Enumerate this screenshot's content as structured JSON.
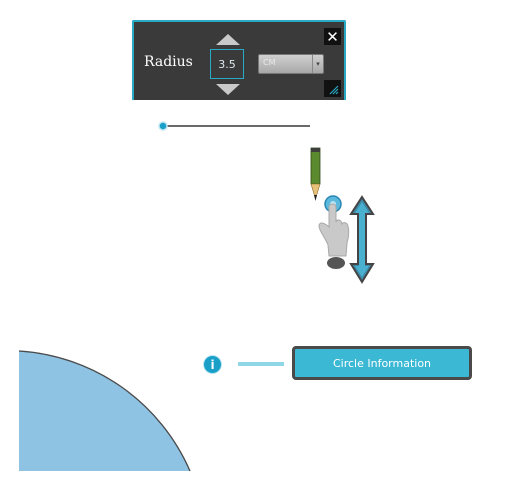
{
  "radius_panel": {
    "label": "Radius",
    "value": "3.5",
    "unit": "CM",
    "close_symbol": "✕"
  },
  "circle_info": {
    "button_label": "Circle Information",
    "icon_symbol": "i"
  },
  "colors": {
    "accent": "#29a9c4",
    "panel_bg": "#3a3a3a",
    "circle_fill": "#8fc3e3",
    "button_bg": "#3bb8d3"
  },
  "icons": [
    "pencil-icon",
    "hand-drag-icon",
    "vertical-arrow-icon",
    "info-icon",
    "close-icon",
    "resize-icon"
  ]
}
